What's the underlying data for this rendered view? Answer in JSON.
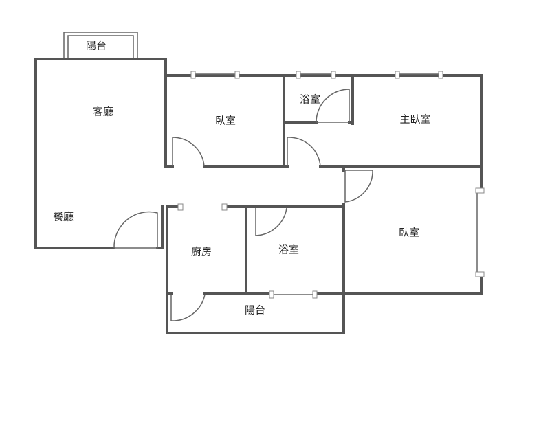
{
  "rooms": {
    "balcony_top": "陽台",
    "living_room": "客廳",
    "dining_room": "餐廳",
    "bedroom_1": "臥室",
    "bathroom_1": "浴室",
    "master_bedroom": "主臥室",
    "bedroom_2": "臥室",
    "kitchen": "廚房",
    "bathroom_2": "浴室",
    "balcony_bottom": "陽台"
  },
  "colors": {
    "wall": "#555555",
    "door": "#666666",
    "background": "#ffffff"
  }
}
